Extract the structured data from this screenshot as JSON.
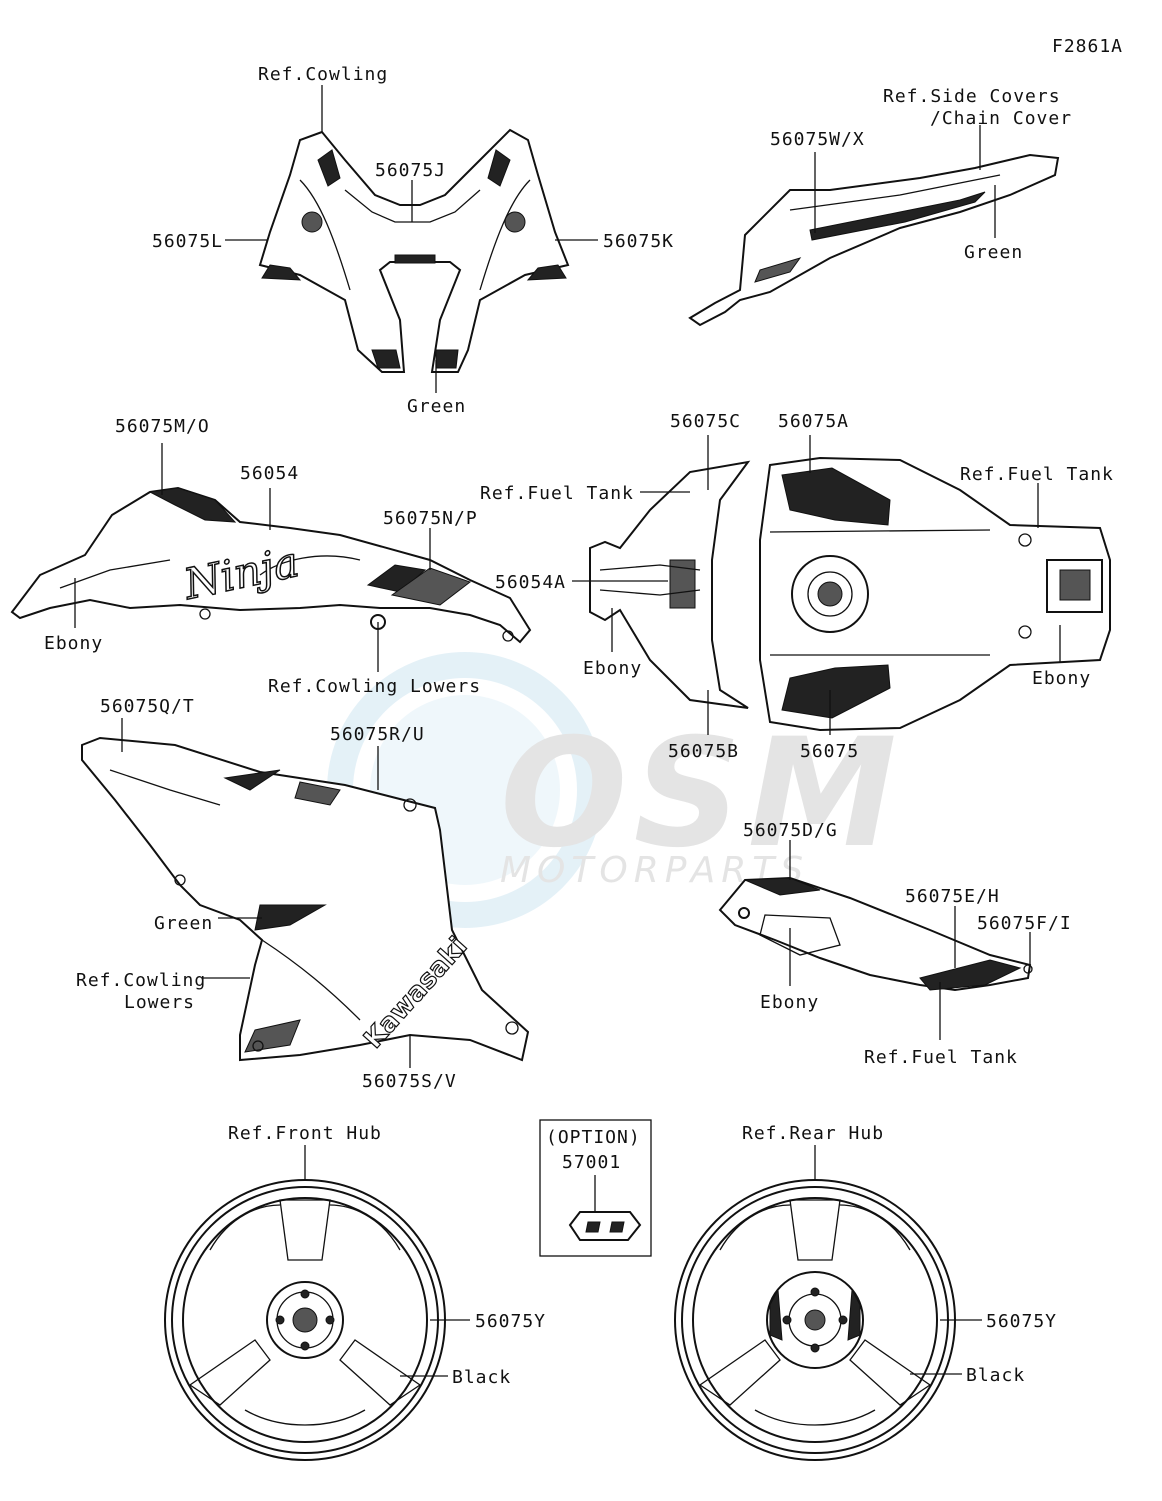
{
  "figure_id": "F2861A",
  "labels": {
    "ref_cowling": "Ref.Cowling",
    "p56075J": "56075J",
    "p56075L": "56075L",
    "p56075K": "56075K",
    "green_1": "Green",
    "ref_side_covers": "Ref.Side Covers",
    "chain_cover": "/Chain Cover",
    "p56075WX": "56075W/X",
    "green_2": "Green",
    "p56075MO": "56075M/O",
    "p56054": "56054",
    "p56075NP": "56075N/P",
    "ebony_1": "Ebony",
    "ref_cowling_lowers_1": "Ref.Cowling Lowers",
    "p56075C": "56075C",
    "p56075A": "56075A",
    "ref_fuel_tank_1": "Ref.Fuel Tank",
    "ref_fuel_tank_2": "Ref.Fuel Tank",
    "p56054A": "56054A",
    "ebony_2": "Ebony",
    "ebony_3": "Ebony",
    "p56075B": "56075B",
    "p56075": "56075",
    "p56075QT": "56075Q/T",
    "p56075RU": "56075R/U",
    "green_3": "Green",
    "ref_cowling_lowers_2a": "Ref.Cowling",
    "ref_cowling_lowers_2b": "Lowers",
    "p56075SV": "56075S/V",
    "p56075DG": "56075D/G",
    "p56075EH": "56075E/H",
    "p56075FI": "56075F/I",
    "ebony_4": "Ebony",
    "ref_fuel_tank_3": "Ref.Fuel Tank",
    "ref_front_hub": "Ref.Front Hub",
    "option": "(OPTION)",
    "p57001": "57001",
    "ref_rear_hub": "Ref.Rear Hub",
    "p56075Y_1": "56075Y",
    "p56075Y_2": "56075Y",
    "black_1": "Black",
    "black_2": "Black"
  },
  "decal_text": {
    "ninja": "Ninja",
    "kawasaki": "Kawasaki"
  },
  "watermark": {
    "logo": "OSM",
    "tagline": "MOTORPARTS"
  }
}
